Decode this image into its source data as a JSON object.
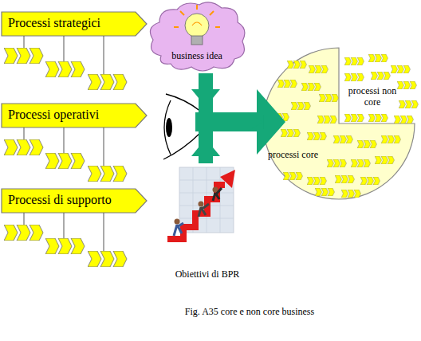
{
  "diagram": {
    "caption": "Fig. A35 core e non core business",
    "nodes": [
      {
        "text": [
          "Processi strategici"
        ]
      },
      {
        "text": [
          "Processi operativi"
        ]
      },
      {
        "text": [
          "Processi di supporto"
        ]
      },
      {
        "text": [
          "business idea"
        ]
      },
      {
        "text": [
          "processi non core",
          "processi core"
        ]
      },
      {
        "text": [
          "Obiettivi di BPR"
        ]
      }
    ],
    "edges": [
      {
        "from": 3,
        "to": 4,
        "arrow": "to"
      },
      {
        "from": 5,
        "to": 4,
        "arrow": "to"
      }
    ]
  }
}
